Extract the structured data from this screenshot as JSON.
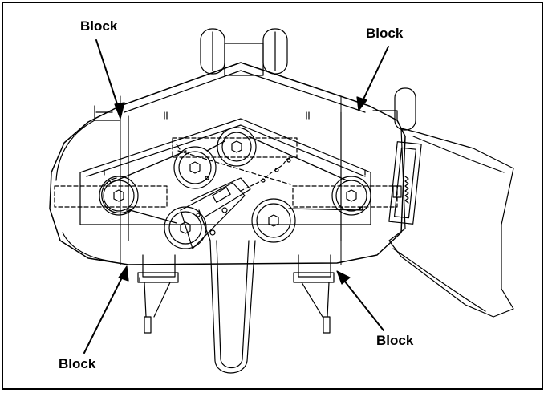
{
  "labels": {
    "top_left": "Block",
    "top_right": "Block",
    "bottom_left": "Block",
    "bottom_right": "Block"
  },
  "colors": {
    "line": "#000000",
    "background": "#ffffff"
  }
}
